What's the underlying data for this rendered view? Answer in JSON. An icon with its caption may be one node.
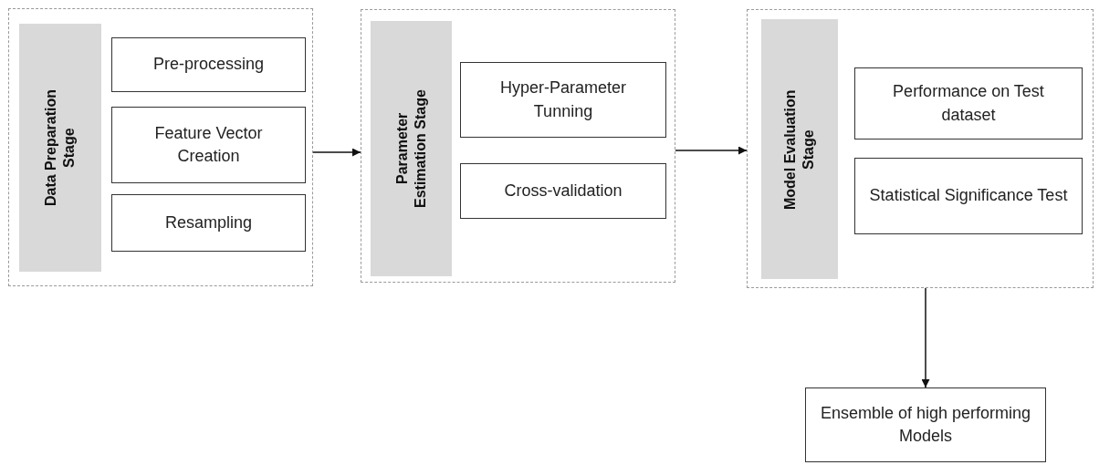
{
  "diagram": {
    "nodes": [
      {
        "text": [],
        "shape": "box"
      },
      {
        "text": [
          "Data Preparation Stage"
        ],
        "in": 0
      },
      {
        "text": [
          "Pre-processing"
        ],
        "in": 0
      },
      {
        "text": [
          "Feature Vector Creation"
        ],
        "in": 0
      },
      {
        "text": [
          "Resampling"
        ],
        "in": 0
      },
      {
        "text": [],
        "shape": "box"
      },
      {
        "text": [
          "Parameter Estimation Stage"
        ],
        "in": 5
      },
      {
        "text": [
          "Hyper-Parameter Tunning"
        ],
        "in": 5
      },
      {
        "text": [
          "Cross-validation"
        ],
        "in": 5
      },
      {
        "text": [],
        "shape": "box"
      },
      {
        "text": [
          "Model Evaluation Stage"
        ],
        "in": 9
      },
      {
        "text": [
          "Performance on Test dataset"
        ],
        "in": 9
      },
      {
        "text": [
          "Statistical Significance Test"
        ],
        "in": 9
      },
      {
        "text": [
          "Ensemble of high performing Models"
        ]
      }
    ],
    "edges": [
      {
        "from": 0,
        "to": 5,
        "arrow": "to"
      },
      {
        "from": 5,
        "to": 9,
        "arrow": "to"
      },
      {
        "from": 9,
        "to": 13,
        "arrow": "to"
      }
    ]
  }
}
